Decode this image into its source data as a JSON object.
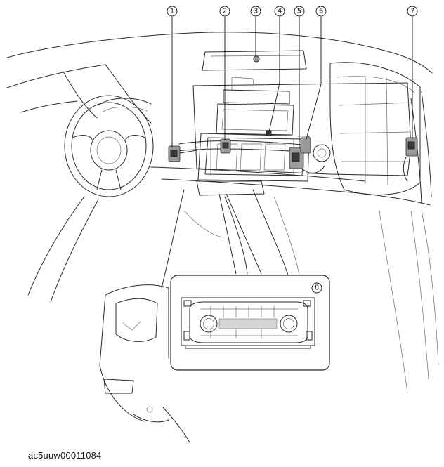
{
  "callouts": [
    {
      "id": "1",
      "label": "①"
    },
    {
      "id": "2",
      "label": "②"
    },
    {
      "id": "3",
      "label": "③"
    },
    {
      "id": "4",
      "label": "④"
    },
    {
      "id": "5",
      "label": "⑤"
    },
    {
      "id": "6",
      "label": "⑥"
    },
    {
      "id": "7",
      "label": "⑦"
    },
    {
      "id": "8",
      "label": "⑧"
    }
  ],
  "image_code": "ac5uuw00011084"
}
